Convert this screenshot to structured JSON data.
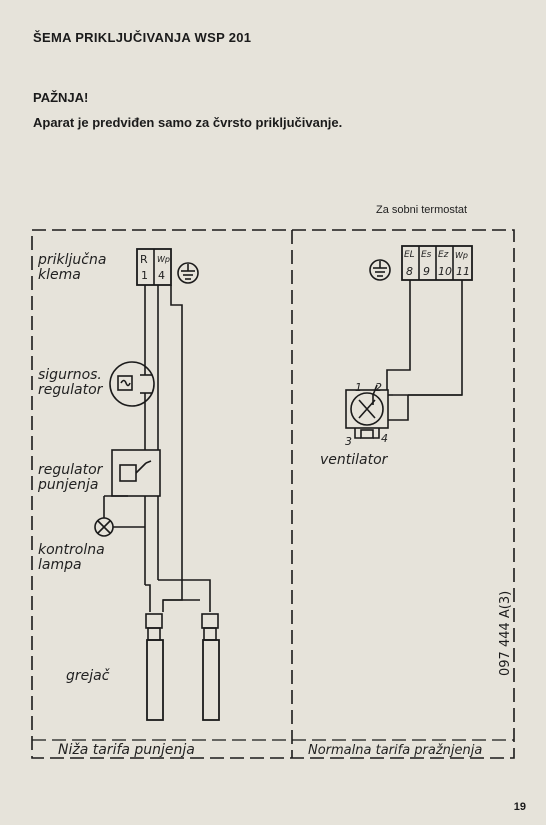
{
  "page": {
    "title": "ŠEMA PRIKLJUČIVANJA WSP 201",
    "warning_heading": "PAŽNJA!",
    "warning_text": "Aparat je predviđen samo za čvrsto priključivanje.",
    "page_number": "19"
  },
  "diagram": {
    "thermostat_label": "Za sobni termostat",
    "left_panel": {
      "terminal_label_1": "priključna",
      "terminal_label_2": "klema",
      "terminal_R": "R",
      "terminal_1": "1",
      "terminal_4": "4",
      "terminal_wp": "Wp",
      "safety_label_1": "sigurnos.",
      "safety_label_2": "regulator",
      "charge_label_1": "regulator",
      "charge_label_2": "punjenja",
      "lamp_label_1": "kontrolna",
      "lamp_label_2": "lampa",
      "heater_label": "grejač",
      "footer": "Niža tarifa punjenja"
    },
    "right_panel": {
      "terminals": [
        {
          "top": "EL",
          "bottom": "8"
        },
        {
          "top": "Es",
          "bottom": "9"
        },
        {
          "top": "Ez",
          "bottom": "10"
        },
        {
          "top": "Wp",
          "bottom": "11"
        }
      ],
      "motor_pin_1": "1",
      "motor_pin_2": "2",
      "motor_pin_3": "3",
      "motor_pin_4": "4",
      "fan_label": "ventilator",
      "footer": "Normalna tarifa pražnjenja"
    },
    "code": "097 444 A(3)"
  }
}
